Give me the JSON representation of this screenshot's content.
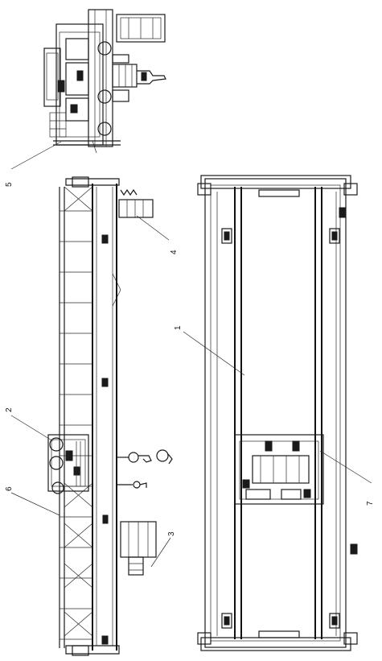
{
  "callouts": [
    {
      "id": "1",
      "text": "1"
    },
    {
      "id": "2",
      "text": "2"
    },
    {
      "id": "3",
      "text": "3"
    },
    {
      "id": "4",
      "text": "4"
    },
    {
      "id": "5",
      "text": "5"
    },
    {
      "id": "6",
      "text": "6"
    },
    {
      "id": "7",
      "text": "7"
    }
  ],
  "colors": {
    "ink": "#1a1a1a",
    "paper": "#ffffff"
  }
}
